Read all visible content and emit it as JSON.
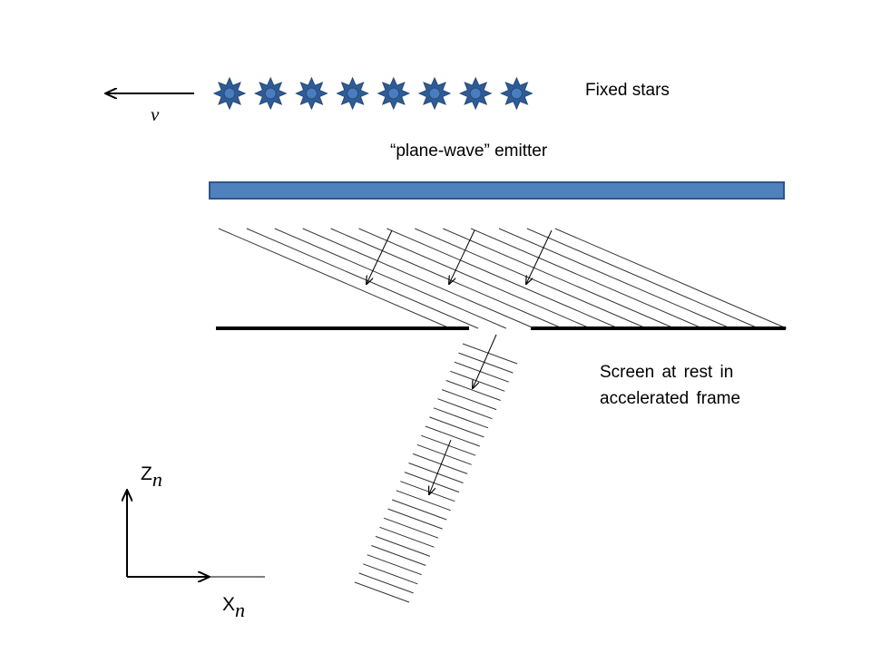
{
  "labels": {
    "fixed_stars": "Fixed stars",
    "emitter": "“plane-wave” emitter",
    "screen_line1": "Screen at rest in",
    "screen_line2": "accelerated frame",
    "velocity": "v",
    "z_axis_letter": "Z",
    "z_axis_sub": "n",
    "x_axis_letter": "X",
    "x_axis_sub": "n"
  },
  "colors": {
    "star_fill": "#2F5C95",
    "star_center": "#4A7CC0",
    "emitter_fill": "#4F81BD",
    "emitter_stroke": "#2E5588",
    "wavefront": "#333333",
    "screen": "#000000"
  },
  "star_count": 8
}
